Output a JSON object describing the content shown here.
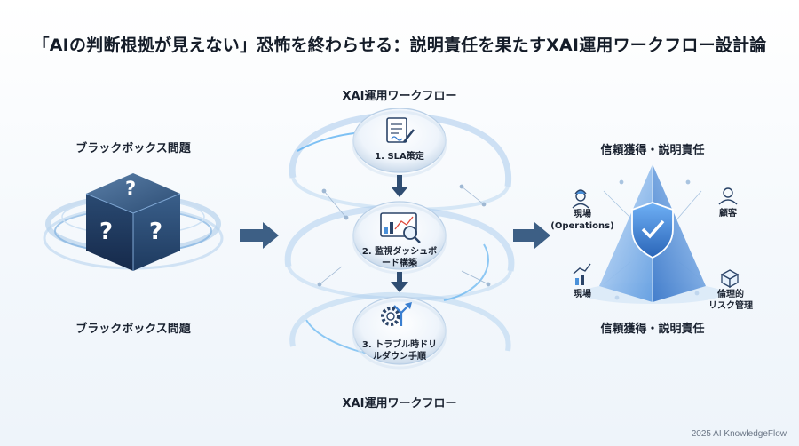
{
  "title": "「AIの判断根拠が見えない」恐怖を終わらせる：説明責任を果たすXAI運用ワークフロー設計論",
  "left": {
    "label_top": "ブラックボックス問題",
    "label_bottom": "ブラックボックス問題",
    "cube_glyph": "?"
  },
  "center": {
    "label_top": "XAI運用ワークフロー",
    "label_bottom": "XAI運用ワークフロー",
    "steps": [
      {
        "line1": "1. SLA策定",
        "line2": "",
        "icon": "document-signature-icon"
      },
      {
        "line1": "2. 監視ダッシュボ",
        "line2": "ード構築",
        "icon": "monitoring-dashboard-icon"
      },
      {
        "line1": "3. トラブル時ドリ",
        "line2": "ルダウン手順",
        "icon": "gear-drilldown-icon"
      }
    ]
  },
  "right": {
    "label_top": "信頼獲得・説明責任",
    "label_bottom": "信頼獲得・説明責任",
    "stakeholders": [
      {
        "line1": "現場",
        "line2": "(Operations)",
        "icon": "worker-icon"
      },
      {
        "line1": "顧客",
        "line2": "",
        "icon": "customer-icon"
      },
      {
        "line1": "現場",
        "line2": "",
        "icon": "growth-chart-icon"
      },
      {
        "line1": "倫理的",
        "line2": "リスク管理",
        "icon": "ethics-cube-icon"
      }
    ]
  },
  "footer": "2025 AI KnowledgeFlow",
  "colors": {
    "accent": "#4a90d9",
    "dark_navy": "#1e3a5f",
    "arrow": "#3d5f85"
  }
}
